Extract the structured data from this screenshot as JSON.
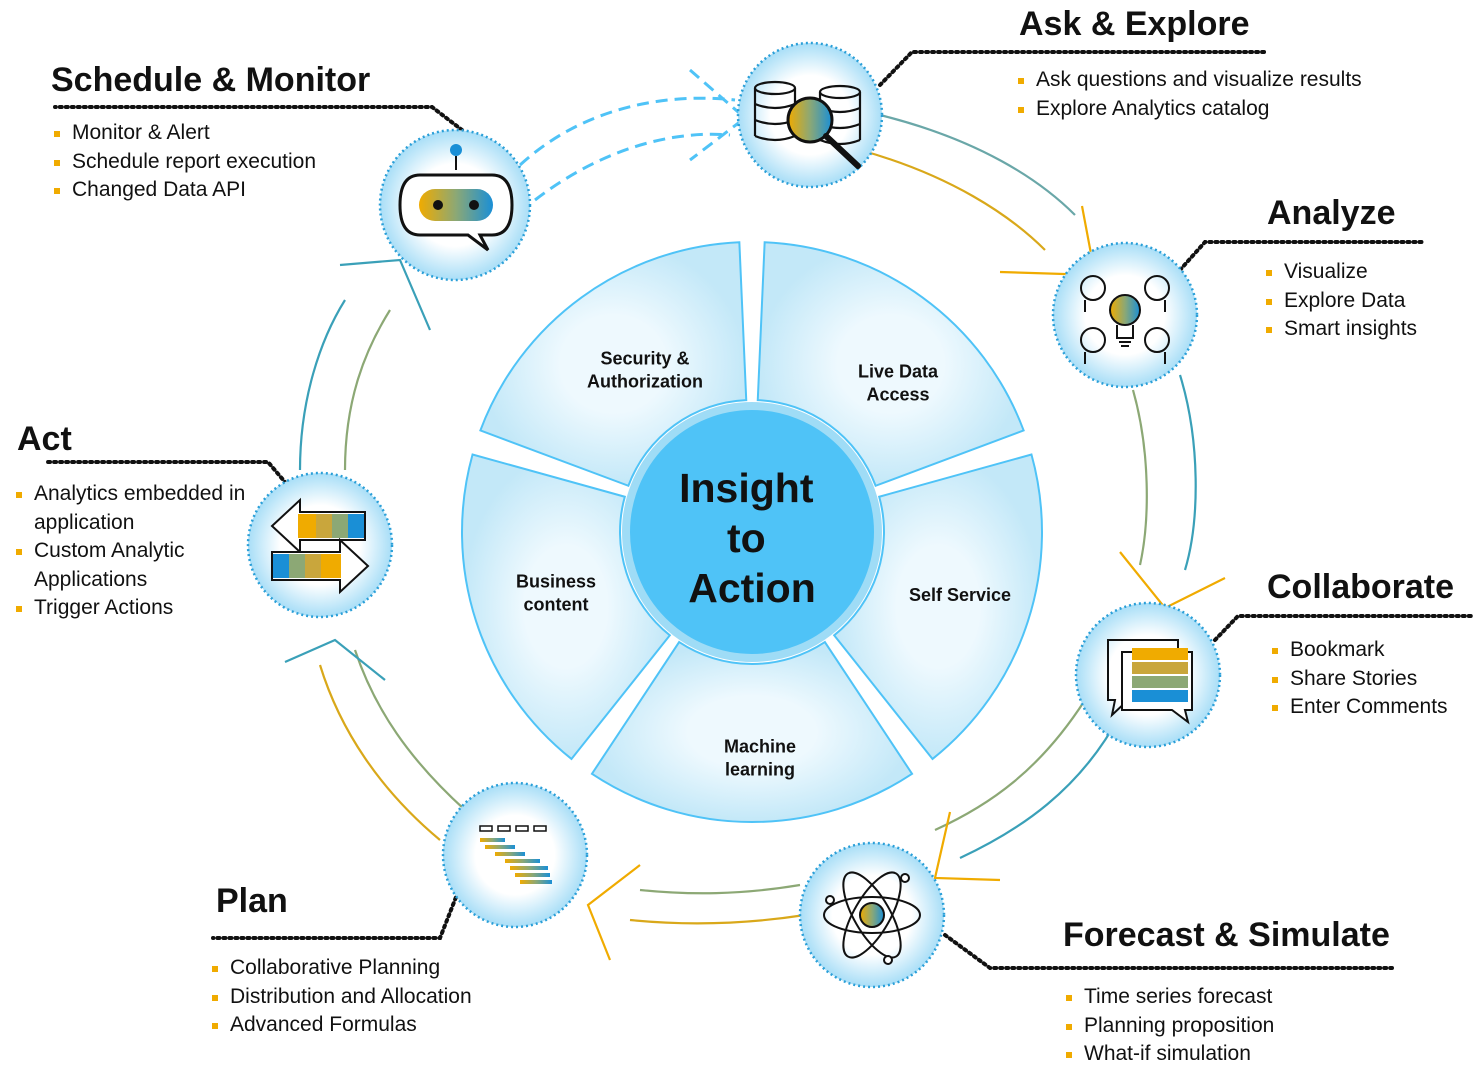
{
  "center": {
    "lines": [
      "Insight",
      "to",
      "Action"
    ]
  },
  "segments": [
    {
      "lines": [
        "Security &",
        "Authorization"
      ]
    },
    {
      "lines": [
        "Live Data",
        "Access"
      ]
    },
    {
      "lines": [
        "Self Service"
      ]
    },
    {
      "lines": [
        "Machine",
        "learning"
      ]
    },
    {
      "lines": [
        "Business",
        "content"
      ]
    }
  ],
  "stages": [
    {
      "title": "Ask & Explore",
      "bullets": [
        "Ask questions and visualize results",
        "Explore Analytics catalog"
      ]
    },
    {
      "title": "Analyze",
      "bullets": [
        "Visualize",
        "Explore Data",
        "Smart insights"
      ]
    },
    {
      "title": "Collaborate",
      "bullets": [
        "Bookmark",
        "Share Stories",
        "Enter Comments"
      ]
    },
    {
      "title": "Forecast  & Simulate",
      "bullets": [
        "Time series forecast",
        "Planning proposition",
        "What-if simulation"
      ]
    },
    {
      "title": "Plan",
      "bullets": [
        "Collaborative Planning",
        "Distribution and Allocation",
        "Advanced Formulas"
      ]
    },
    {
      "title": "Act",
      "bullets": [
        "Analytics embedded in application",
        "Custom Analytic Applications",
        "Trigger Actions"
      ]
    },
    {
      "title": "Schedule & Monitor",
      "bullets": [
        "Monitor & Alert",
        "Schedule report execution",
        "Changed Data API"
      ]
    }
  ],
  "icons": [
    "database-search-icon",
    "idea-people-icon",
    "chat-bubbles-icon",
    "atom-icon",
    "gantt-chart-icon",
    "exchange-arrows-icon",
    "chatbot-icon"
  ],
  "colors": {
    "accent_blue": "#4fc3f7",
    "segment_blue": "#cfeefb",
    "ring_blue": "#3aa8e0",
    "bullet_gold": "#f0ab00",
    "gold": "#f0ab00",
    "sage": "#8ca875",
    "blue": "#1a8fd6",
    "teal": "#3aa0b8"
  }
}
